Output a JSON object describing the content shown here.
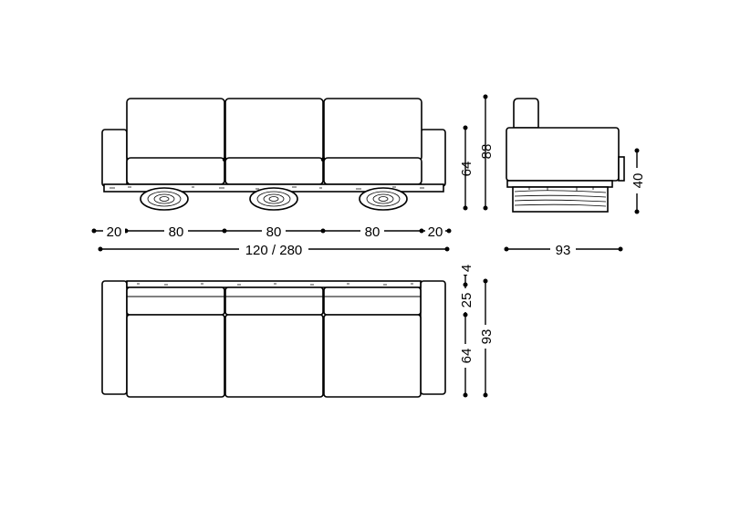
{
  "front_view": {
    "dims_bottom": [
      "20",
      "80",
      "80",
      "80",
      "20"
    ],
    "overall_width": "120 / 280",
    "seat_height_side": "64",
    "total_height_side": "88"
  },
  "side_view": {
    "base_height": "40",
    "depth": "93"
  },
  "top_view": {
    "back_thickness": "4",
    "back_cushion_depth": "25",
    "seat_depth": "64",
    "overall_depth": "93"
  }
}
